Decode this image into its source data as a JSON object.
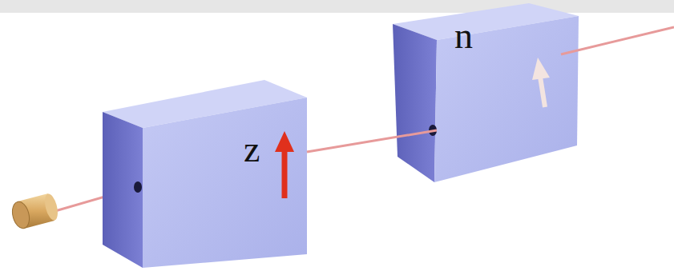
{
  "diagram": {
    "nodes": [
      {
        "text": [
          "z"
        ]
      },
      {
        "text": [
          "n"
        ]
      }
    ],
    "edges": [
      {
        "from": 0,
        "to": 1,
        "arrow": "none"
      }
    ]
  }
}
